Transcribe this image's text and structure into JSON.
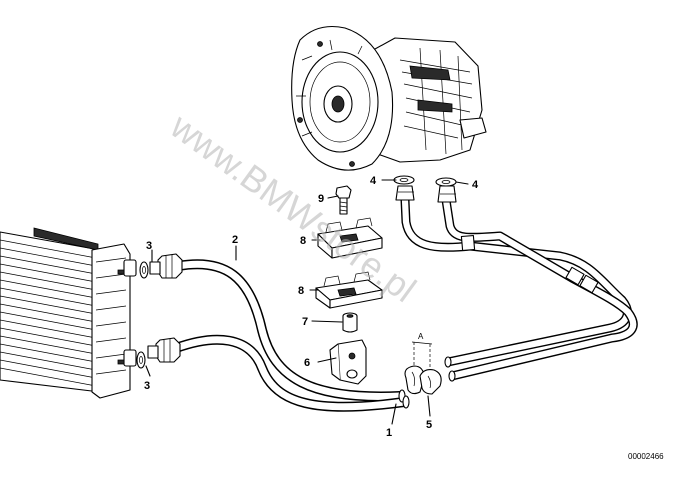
{
  "callouts": {
    "c1": "1",
    "c2": "2",
    "c3_upper": "3",
    "c3_lower": "3",
    "c4_left": "4",
    "c4_right": "4",
    "c5": "5",
    "c6": "6",
    "c7": "7",
    "c8_upper": "8",
    "c8_lower": "8",
    "c9": "9"
  },
  "section_marker": "A",
  "document_number": "00002466",
  "watermark": "www.BMWstore.pl",
  "icons": [
    "transmission",
    "radiator",
    "oil-cooler-hose",
    "oil-cooler-pipe",
    "bracket",
    "clamp",
    "washer",
    "bolt",
    "grommet",
    "holder"
  ]
}
